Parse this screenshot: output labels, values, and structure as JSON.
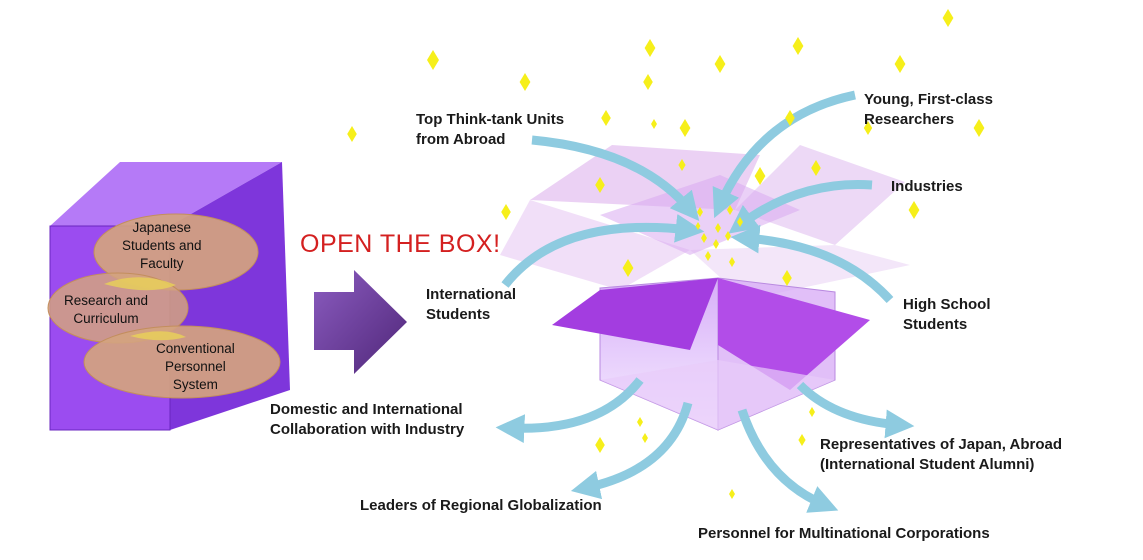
{
  "cube": {
    "labels": [
      {
        "id": "students",
        "lines": [
          "Japanese",
          "Students and",
          "Faculty"
        ]
      },
      {
        "id": "research",
        "lines": [
          "Research and",
          "Curriculum"
        ]
      },
      {
        "id": "personnel",
        "lines": [
          "Conventional",
          "Personnel",
          "System"
        ]
      }
    ]
  },
  "call_to_action": "OPEN THE BOX!",
  "inputs": [
    {
      "id": "think-tank",
      "lines": [
        "Top Think-tank Units",
        "from Abroad"
      ]
    },
    {
      "id": "researchers",
      "lines": [
        "Young, First-class",
        "Researchers"
      ]
    },
    {
      "id": "industries",
      "lines": [
        "Industries"
      ]
    },
    {
      "id": "intl-students",
      "lines": [
        "International",
        "Students"
      ]
    },
    {
      "id": "high-school",
      "lines": [
        "High School",
        "Students"
      ]
    }
  ],
  "outputs": [
    {
      "id": "collaboration",
      "lines": [
        "Domestic and International",
        "Collaboration with Industry"
      ]
    },
    {
      "id": "representatives",
      "lines": [
        "Representatives of Japan, Abroad",
        "(International Student Alumni)"
      ]
    },
    {
      "id": "leaders",
      "lines": [
        "Leaders of Regional Globalization"
      ]
    },
    {
      "id": "multinational",
      "lines": [
        "Personnel for Multinational Corporations"
      ]
    }
  ],
  "colors": {
    "cube_front": "#9b4cf0",
    "cube_side": "#7a2fd6",
    "cube_top": "#b57af7",
    "oval_fill": "#d4a37f",
    "oval_overlap": "#e8cf5a",
    "arrow_fill": "#6a3a96",
    "flow_arrow": "#8ecbe0",
    "sparkle": "#f6ef1a",
    "cta": "#d42020"
  }
}
